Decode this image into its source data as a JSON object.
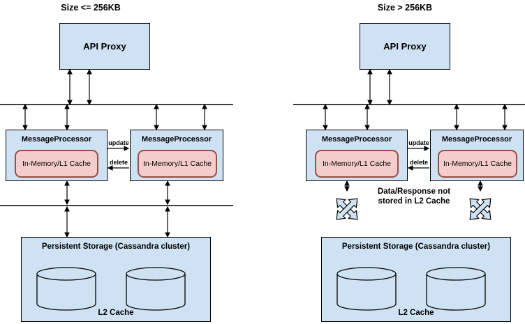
{
  "colors": {
    "box_fill": "#cfe2f3",
    "box_border": "#000000",
    "cache_fill": "#f4cccc",
    "cache_border": "#964f44"
  },
  "left": {
    "title": "Size <= 256KB",
    "api_proxy": "API Proxy",
    "mp1": {
      "label": "MessageProcessor",
      "cache": "In-Memory/L1 Cache"
    },
    "mp2": {
      "label": "MessageProcessor",
      "cache": "In-Memory/L1 Cache"
    },
    "update": "update",
    "delete": "delete",
    "storage": {
      "label": "Persistent Storage (Cassandra cluster)",
      "cache": "L2 Cache"
    }
  },
  "right": {
    "title": "Size > 256KB",
    "api_proxy": "API Proxy",
    "mp1": {
      "label": "MessageProcessor",
      "cache": "In-Memory/L1 Cache"
    },
    "mp2": {
      "label": "MessageProcessor",
      "cache": "In-Memory/L1 Cache"
    },
    "update": "update",
    "delete": "delete",
    "annotation": "Data/Response not stored in L2 Cache",
    "storage": {
      "label": "Persistent Storage (Cassandra cluster)",
      "cache": "L2 Cache"
    }
  },
  "icons": {
    "blocked": "crossed-arrows-icon",
    "database": "database-cylinder-icon"
  }
}
